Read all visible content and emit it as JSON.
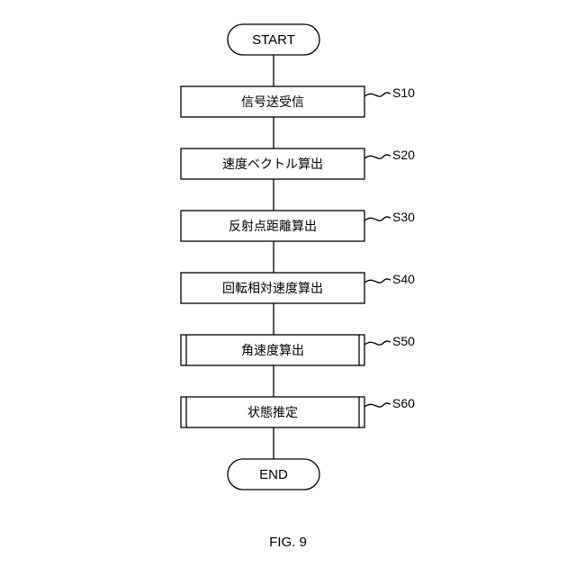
{
  "flowchart": {
    "start_label": "START",
    "end_label": "END",
    "steps": [
      {
        "label": "信号送受信",
        "code": "S10",
        "subroutine": false
      },
      {
        "label": "速度ベクトル算出",
        "code": "S20",
        "subroutine": false
      },
      {
        "label": "反射点距離算出",
        "code": "S30",
        "subroutine": false
      },
      {
        "label": "回転相対速度算出",
        "code": "S40",
        "subroutine": false
      },
      {
        "label": "角速度算出",
        "code": "S50",
        "subroutine": true
      },
      {
        "label": "状態推定",
        "code": "S60",
        "subroutine": true
      }
    ]
  },
  "figure_caption": "FIG. 9"
}
